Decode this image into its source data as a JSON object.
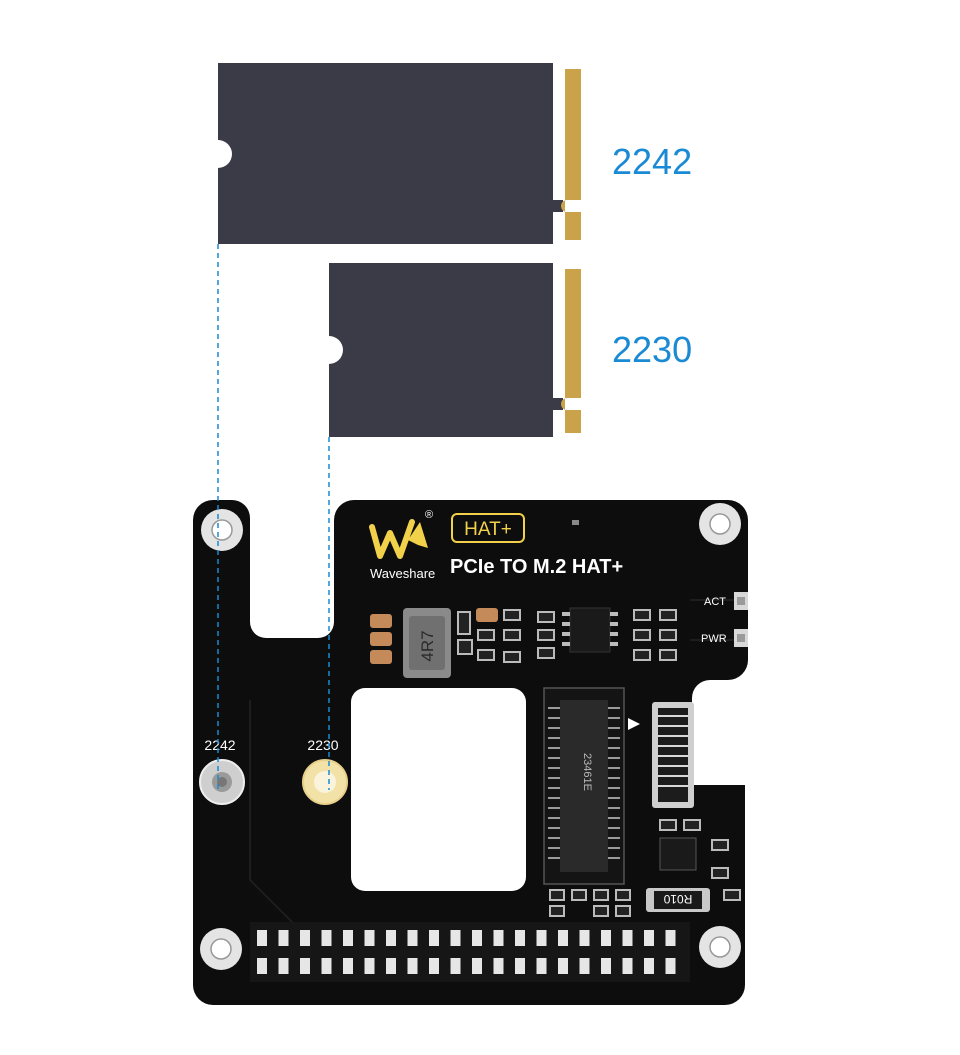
{
  "ssd_cards": [
    {
      "size_label": "2242",
      "label_color": "#1a8ad4"
    },
    {
      "size_label": "2230",
      "label_color": "#1a8ad4"
    }
  ],
  "board": {
    "brand": "Waveshare",
    "registered_mark": "®",
    "hat_badge": "HAT+",
    "title": "PCIe TO M.2 HAT+",
    "leds": {
      "act": "ACT",
      "pwr": "PWR"
    },
    "inductor_marking": "4R7",
    "resistor_marking": "R010",
    "connector_marking": "23461E",
    "mount_labels": {
      "m2242": "2242",
      "m2230": "2230"
    }
  },
  "colors": {
    "card": "#3a3b47",
    "gold": "#c9a24a",
    "pcb": "#0d0d0d",
    "silk_text": "#ffffff",
    "yellow_text": "#f2d14a",
    "guide_line": "#1a8ad4"
  }
}
